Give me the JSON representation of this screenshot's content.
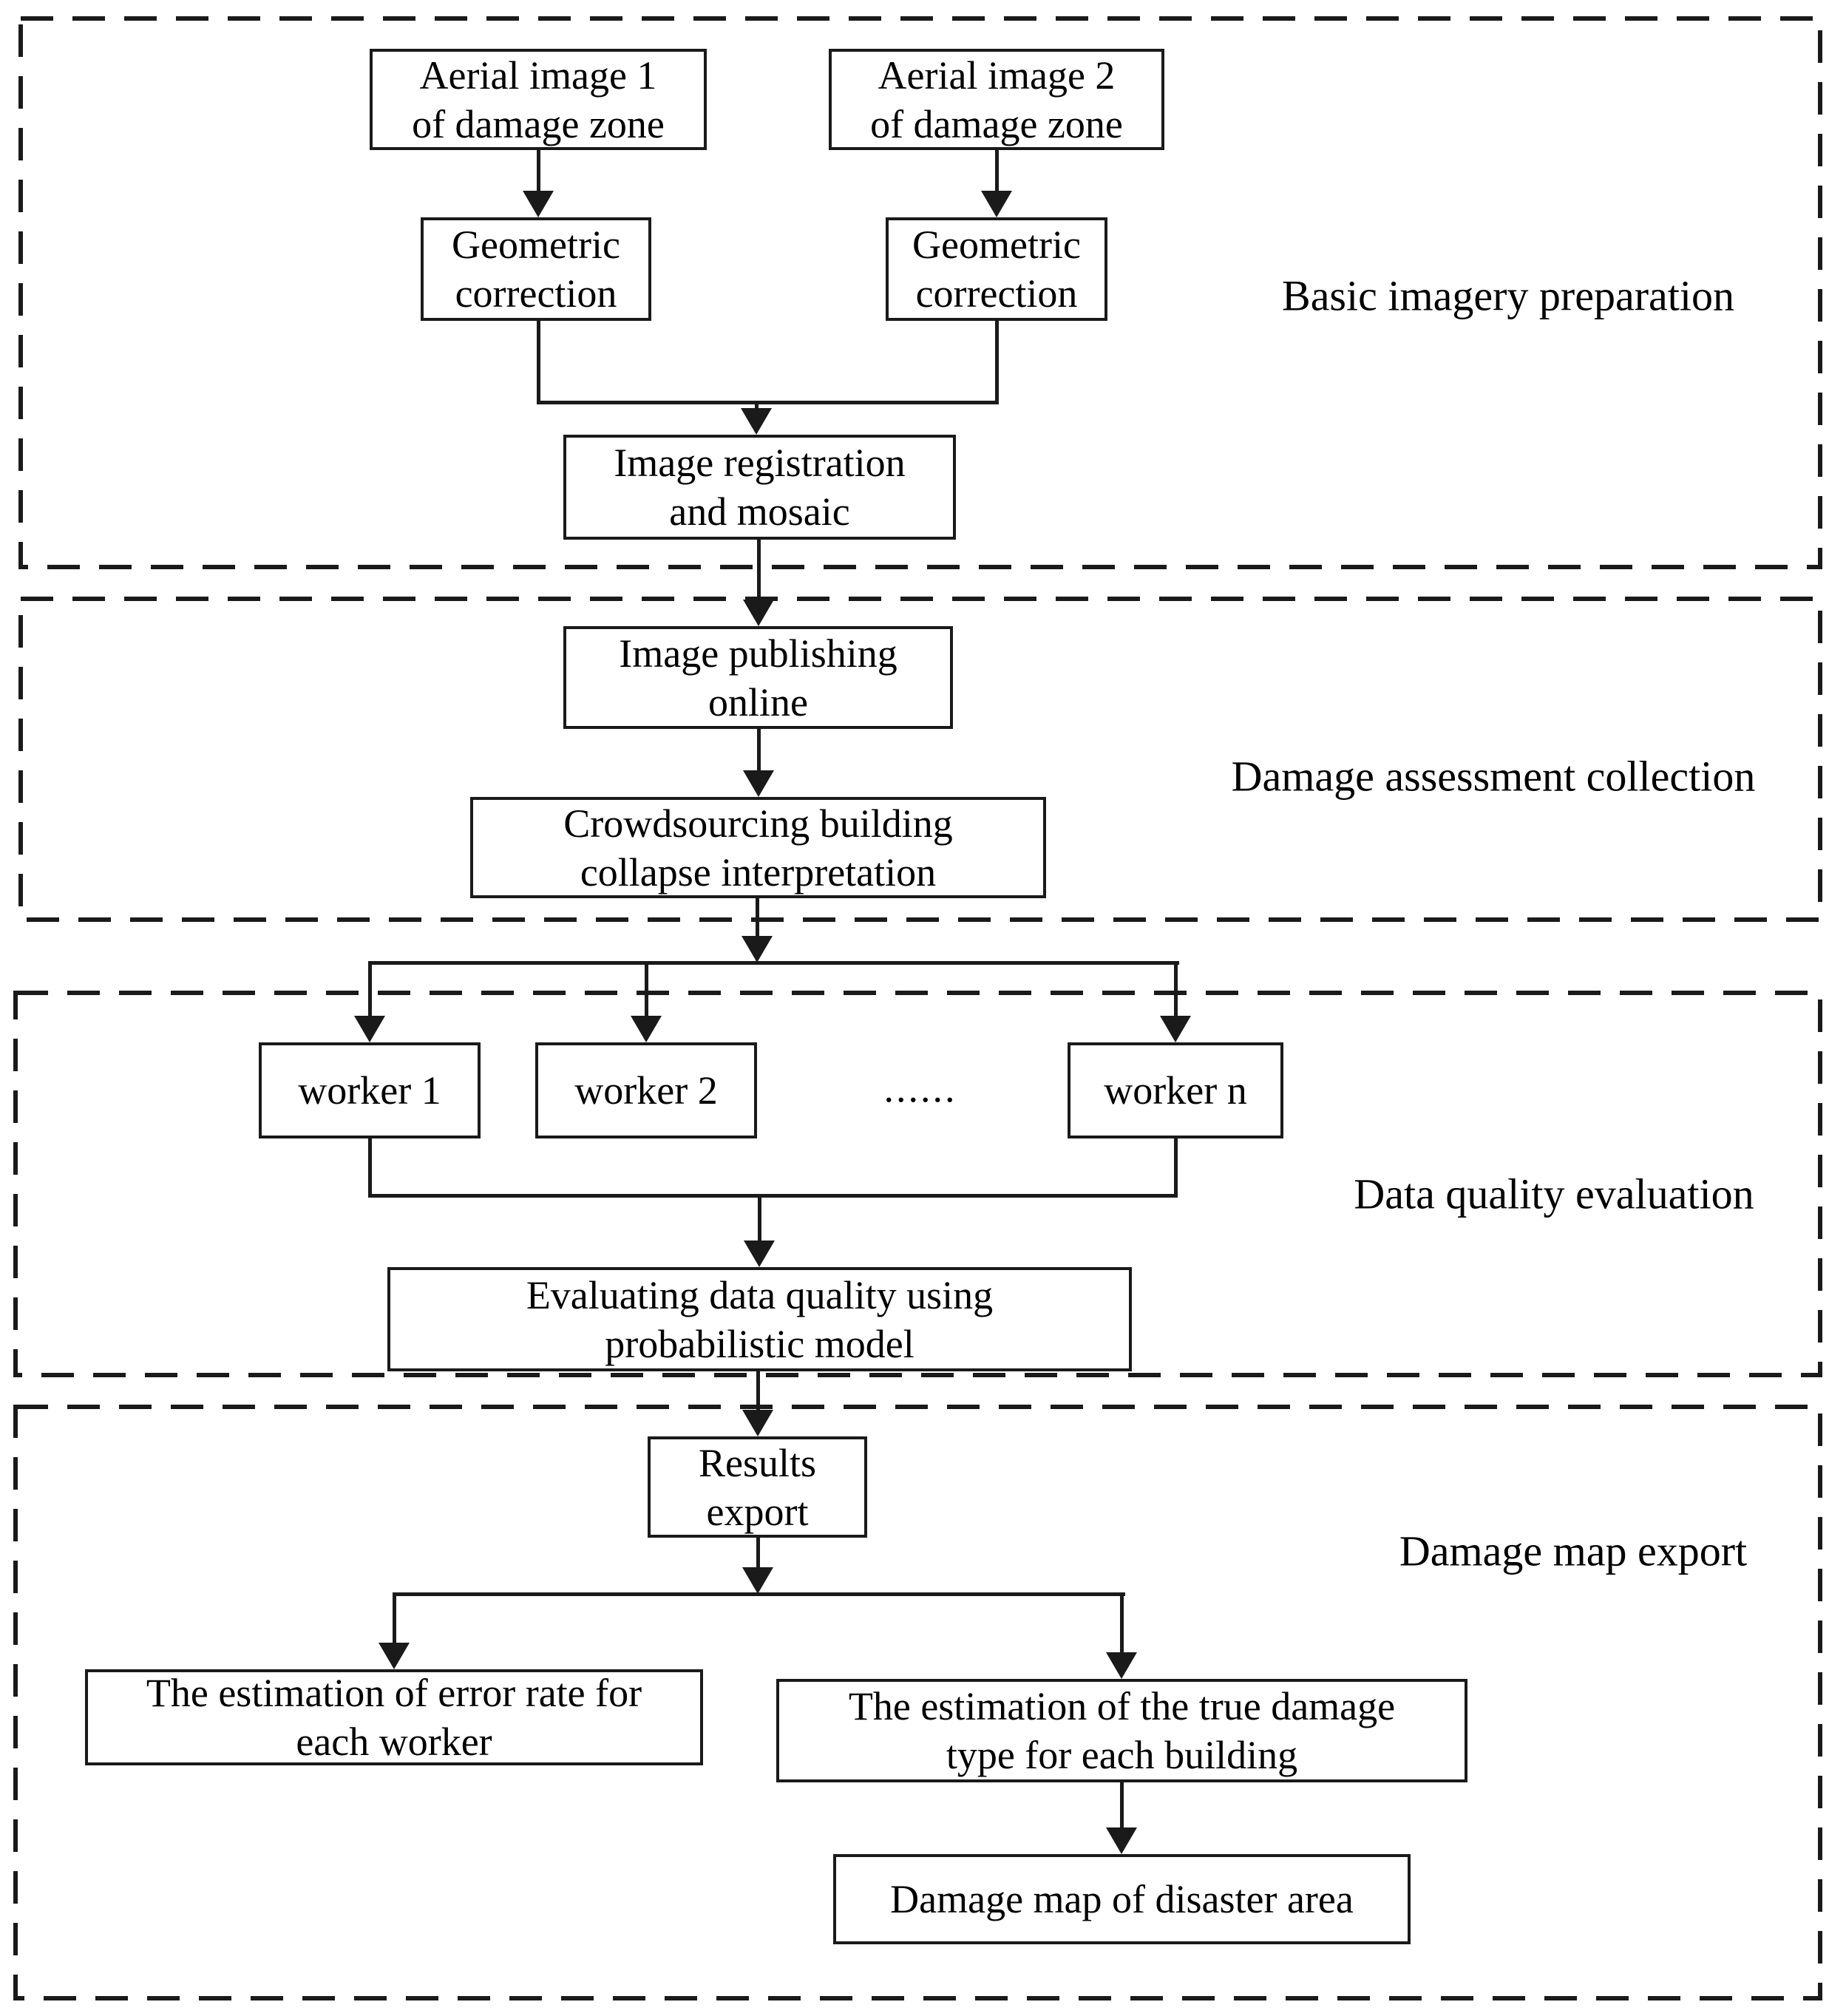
{
  "sections": [
    {
      "label": "Basic imagery preparation"
    },
    {
      "label": "Damage assessment collection"
    },
    {
      "label": "Data quality evaluation"
    },
    {
      "label": "Damage map export"
    }
  ],
  "nodes": {
    "aerial1": "Aerial image 1\nof damage zone",
    "aerial2": "Aerial image 2\nof damage zone",
    "geo1": "Geometric\ncorrection",
    "geo2": "Geometric\ncorrection",
    "registration": "Image registration\nand mosaic",
    "publishing": "Image publishing\nonline",
    "crowdsourcing": "Crowdsourcing building\ncollapse interpretation",
    "worker1": "worker 1",
    "worker2": "worker 2",
    "dots": "......",
    "workern": "worker n",
    "evaluating": "Evaluating data quality using\nprobabilistic model",
    "results": "Results\nexport",
    "error_rate": "The estimation of error rate for\neach worker",
    "true_damage": "The estimation of the true damage\ntype for each building",
    "damage_map": "Damage map of disaster area"
  },
  "colors": {
    "line": "#1a1a1a",
    "text": "#000000",
    "background": "#ffffff"
  }
}
